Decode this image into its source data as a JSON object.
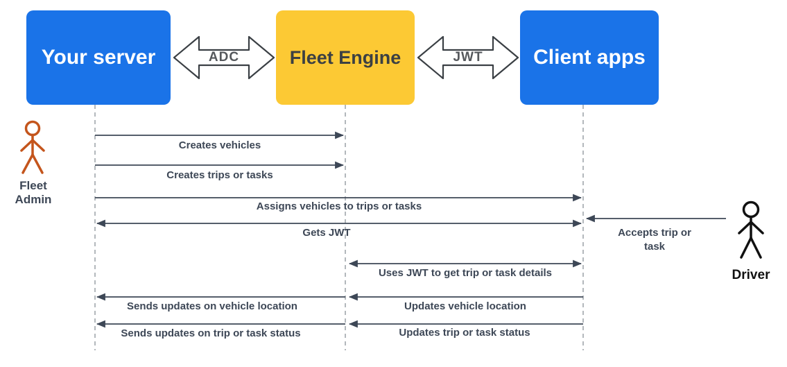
{
  "boxes": {
    "server": {
      "label": "Your server",
      "color": "#1a73e8"
    },
    "fleet_engine": {
      "label": "Fleet Engine",
      "color": "#fcc934"
    },
    "client_apps": {
      "label": "Client apps",
      "color": "#1a73e8"
    }
  },
  "connectors": {
    "adc_label": "ADC",
    "jwt_label": "JWT"
  },
  "actors": {
    "fleet_admin": {
      "label": "Fleet Admin",
      "color": "#C4551C"
    },
    "driver": {
      "label": "Driver",
      "color": "#111111"
    }
  },
  "messages": {
    "creates_vehicles": "Creates vehicles",
    "creates_trips_or_tasks": "Creates trips or tasks",
    "assigns_vehicles": "Assigns vehicles to trips or tasks",
    "gets_jwt": "Gets JWT",
    "accepts_trip_or_task": "Accepts trip or task",
    "uses_jwt": "Uses JWT to get trip or task details",
    "sends_updates_vehicle_location": "Sends updates on vehicle location",
    "updates_vehicle_location": "Updates vehicle location",
    "sends_updates_trip_status": "Sends updates on trip or task status",
    "updates_trip_status": "Updates trip or task status"
  },
  "colors": {
    "line": "#3d4756",
    "lifeline": "#9aa0a6"
  }
}
